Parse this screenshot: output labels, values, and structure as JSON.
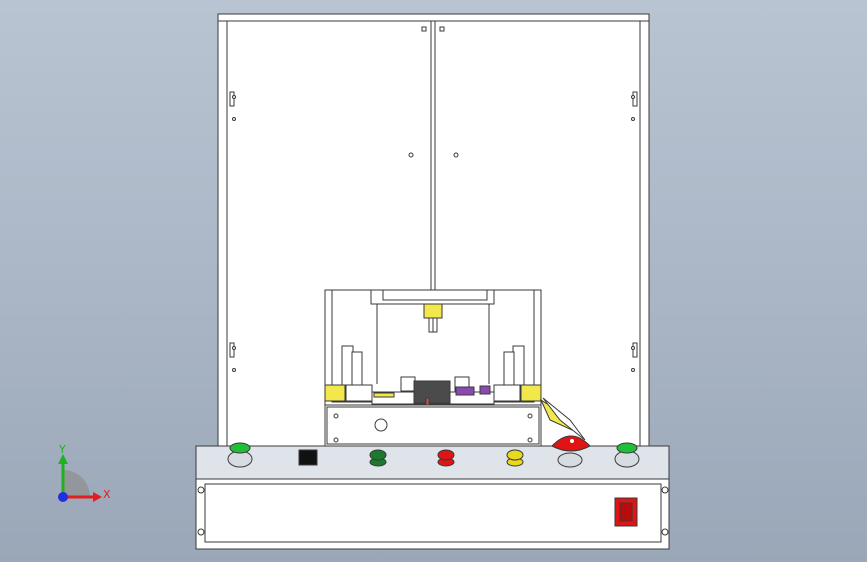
{
  "viewport": {
    "background_top": "#b9c4d2",
    "background_bottom": "#9aa7b8"
  },
  "machine": {
    "frame_color": "#ffffff",
    "line_color": "#3a3a3a",
    "yellow_parts": "#f2e84b",
    "purple_parts": "#8a4bb0",
    "dark_parts": "#4b4b4b"
  },
  "control_panel": {
    "buttons": [
      {
        "name": "green-start-button-left",
        "color": "#1fbf3a",
        "icon": "round-button"
      },
      {
        "name": "key-switch",
        "color": "#111111",
        "icon": "square-switch"
      },
      {
        "name": "green-indicator",
        "color": "#1c7a2e",
        "icon": "pilot-light"
      },
      {
        "name": "red-indicator",
        "color": "#e01414",
        "icon": "pilot-light"
      },
      {
        "name": "yellow-indicator",
        "color": "#e8d81e",
        "icon": "pilot-light"
      },
      {
        "name": "emergency-stop",
        "color": "#e01414",
        "icon": "mushroom-button"
      },
      {
        "name": "green-start-button-right",
        "color": "#1fbf3a",
        "icon": "round-button"
      }
    ],
    "power_switch_color": "#e01414"
  },
  "triad": {
    "x_label": "X",
    "y_label": "Y",
    "x_color": "#e02020",
    "y_color": "#20b020",
    "z_color": "#2030e0"
  }
}
